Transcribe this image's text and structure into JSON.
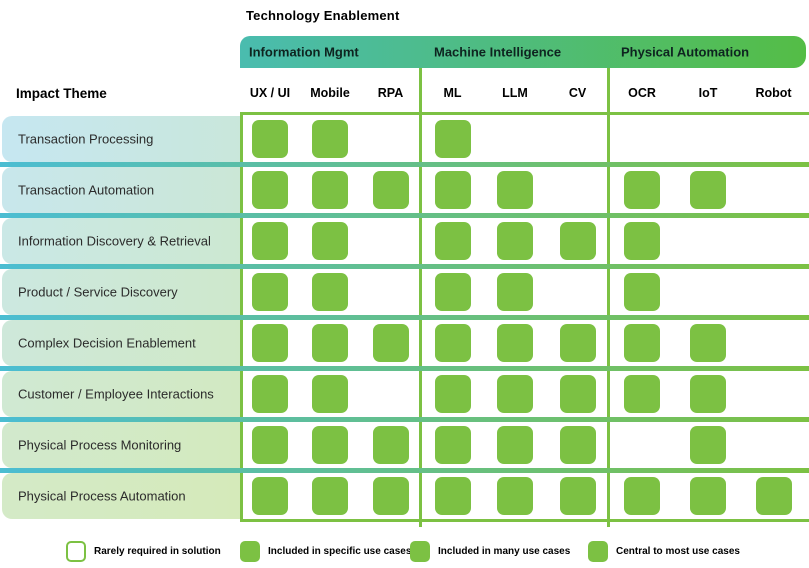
{
  "title": "Technology Enablement",
  "impact_theme_label": "Impact Theme",
  "groups": [
    {
      "label": "Information Mgmt",
      "columns": [
        "UX / UI",
        "Mobile",
        "RPA"
      ]
    },
    {
      "label": "Machine Intelligence",
      "columns": [
        "ML",
        "LLM",
        "CV"
      ]
    },
    {
      "label": "Physical Automation",
      "columns": [
        "OCR",
        "IoT",
        "Robot"
      ]
    }
  ],
  "columns": [
    "UX / UI",
    "Mobile",
    "RPA",
    "ML",
    "LLM",
    "CV",
    "OCR",
    "IoT",
    "Robot"
  ],
  "rows": [
    {
      "label": "Transaction Processing",
      "cells": [
        1,
        1,
        0,
        1,
        0,
        0,
        0,
        0,
        0
      ]
    },
    {
      "label": "Transaction Automation",
      "cells": [
        1,
        1,
        1,
        1,
        1,
        0,
        1,
        1,
        0
      ]
    },
    {
      "label": "Information Discovery & Retrieval",
      "cells": [
        1,
        1,
        0,
        1,
        1,
        1,
        1,
        0,
        0
      ]
    },
    {
      "label": "Product / Service Discovery",
      "cells": [
        1,
        1,
        0,
        1,
        1,
        0,
        1,
        0,
        0
      ]
    },
    {
      "label": "Complex Decision Enablement",
      "cells": [
        1,
        1,
        1,
        1,
        1,
        1,
        1,
        1,
        0
      ]
    },
    {
      "label": "Customer / Employee Interactions",
      "cells": [
        1,
        1,
        0,
        1,
        1,
        1,
        1,
        1,
        0
      ]
    },
    {
      "label": "Physical Process Monitoring",
      "cells": [
        1,
        1,
        1,
        1,
        1,
        1,
        0,
        1,
        0
      ]
    },
    {
      "label": "Physical Process Automation",
      "cells": [
        1,
        1,
        1,
        1,
        1,
        1,
        1,
        1,
        1
      ]
    }
  ],
  "legend": [
    {
      "label": "Rarely required in solution",
      "swatch": "outline"
    },
    {
      "label": "Included in specific use cases",
      "swatch": "filled"
    },
    {
      "label": "Included in many use cases",
      "swatch": "filled"
    },
    {
      "label": "Central to most use cases",
      "swatch": "filled"
    }
  ],
  "colors": {
    "square_green": "#7cc143",
    "banner_start": "#4abcaf",
    "banner_end": "#54bd46",
    "separator_start": "#4bbdd2",
    "separator_end": "#7cc143"
  },
  "chart_data": {
    "type": "heatmap",
    "title": "Technology Enablement",
    "row_axis_label": "Impact Theme",
    "column_groups": [
      {
        "label": "Information Mgmt",
        "columns": [
          "UX / UI",
          "Mobile",
          "RPA"
        ]
      },
      {
        "label": "Machine Intelligence",
        "columns": [
          "ML",
          "LLM",
          "CV"
        ]
      },
      {
        "label": "Physical Automation",
        "columns": [
          "OCR",
          "IoT",
          "Robot"
        ]
      }
    ],
    "columns": [
      "UX / UI",
      "Mobile",
      "RPA",
      "ML",
      "LLM",
      "CV",
      "OCR",
      "IoT",
      "Robot"
    ],
    "rows": [
      "Transaction Processing",
      "Transaction Automation",
      "Information Discovery & Retrieval",
      "Product / Service Discovery",
      "Complex Decision Enablement",
      "Customer / Employee Interactions",
      "Physical Process Monitoring",
      "Physical Process Automation"
    ],
    "values": [
      [
        1,
        1,
        0,
        1,
        0,
        0,
        0,
        0,
        0
      ],
      [
        1,
        1,
        1,
        1,
        1,
        0,
        1,
        1,
        0
      ],
      [
        1,
        1,
        0,
        1,
        1,
        1,
        1,
        0,
        0
      ],
      [
        1,
        1,
        0,
        1,
        1,
        0,
        1,
        0,
        0
      ],
      [
        1,
        1,
        1,
        1,
        1,
        1,
        1,
        1,
        0
      ],
      [
        1,
        1,
        0,
        1,
        1,
        1,
        1,
        1,
        0
      ],
      [
        1,
        1,
        1,
        1,
        1,
        1,
        0,
        1,
        0
      ],
      [
        1,
        1,
        1,
        1,
        1,
        1,
        1,
        1,
        1
      ]
    ],
    "value_meaning": "1 = green indicator square shown in cell, 0 = empty cell (rarely required in solution)",
    "legend": [
      "Rarely required in solution",
      "Included in specific use cases",
      "Included in many use cases",
      "Central to most use cases"
    ],
    "legend_position": "bottom",
    "grid": true
  }
}
